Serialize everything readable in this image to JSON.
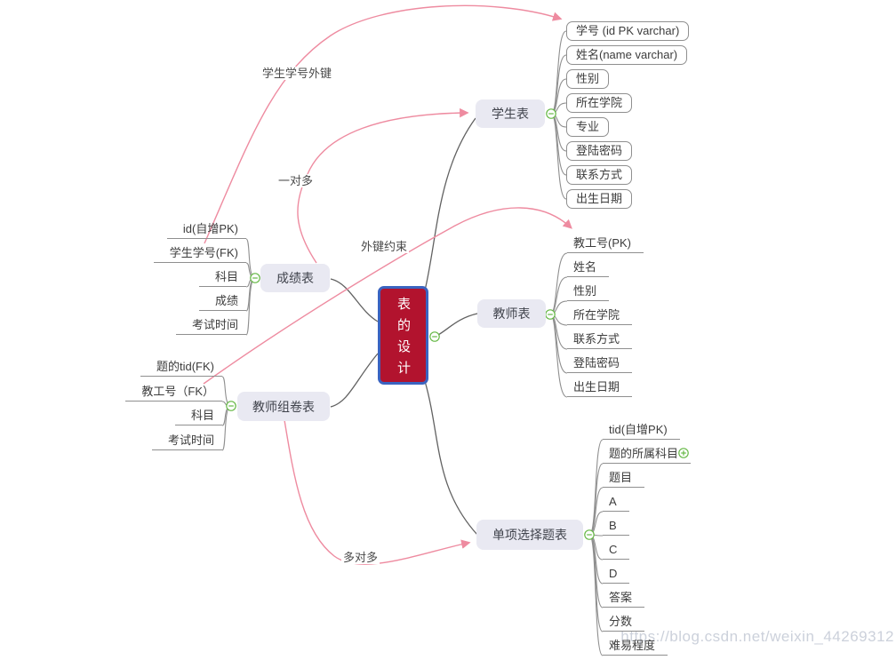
{
  "app": {
    "type": "mind-map",
    "title": "表的设计"
  },
  "center": {
    "label": "表的设计"
  },
  "branches": [
    {
      "label": "学生表",
      "children": [
        "学号 (id PK varchar)",
        "姓名(name varchar)",
        "性别",
        "所在学院",
        "专业",
        "登陆密码",
        "联系方式",
        "出生日期"
      ]
    },
    {
      "label": "教师表",
      "children": [
        "教工号(PK)",
        "姓名",
        "性别",
        "所在学院",
        "联系方式",
        "登陆密码",
        "出生日期"
      ]
    },
    {
      "label": "单项选择题表",
      "children": [
        "tid(自增PK)",
        "题的所属科目",
        "题目",
        "A",
        "B",
        "C",
        "D",
        "答案",
        "分数",
        "难易程度"
      ]
    },
    {
      "label": "成绩表",
      "children": [
        "id(自增PK)",
        "学生学号(FK)",
        "科目",
        "成绩",
        "考试时间"
      ]
    },
    {
      "label": "教师组卷表",
      "children": [
        "题的tid(FK)",
        "教工号（FK）",
        "科目",
        "考试时间"
      ]
    }
  ],
  "relations": [
    {
      "label": "学生学号外键",
      "from": "成绩表:学生学号(FK)",
      "to": "学生表:学号"
    },
    {
      "label": "一对多",
      "from": "成绩表",
      "to": "学生表"
    },
    {
      "label": "外键约束",
      "from": "教师组卷表",
      "to": "教师表:教工号(PK)"
    },
    {
      "label": "多对多",
      "from": "教师组卷表",
      "to": "单项选择题表"
    }
  ],
  "icons": {
    "collapse": "minus-circle-icon",
    "expand": "plus-circle-icon",
    "expand_icon_next_to": "题的所属科目"
  },
  "watermark": "https://blog.csdn.net/weixin_44269312",
  "colors": {
    "center_fill": "#b2132e",
    "center_border": "#3a63c0",
    "topic_fill": "#e9e9f2",
    "topic_text": "#40434c",
    "relation_line": "#ee8ba0",
    "branch_line": "#616161",
    "underline": "#8f8f8f",
    "collapse_green": "#65b845",
    "watermark_text": "#ccd1db"
  }
}
